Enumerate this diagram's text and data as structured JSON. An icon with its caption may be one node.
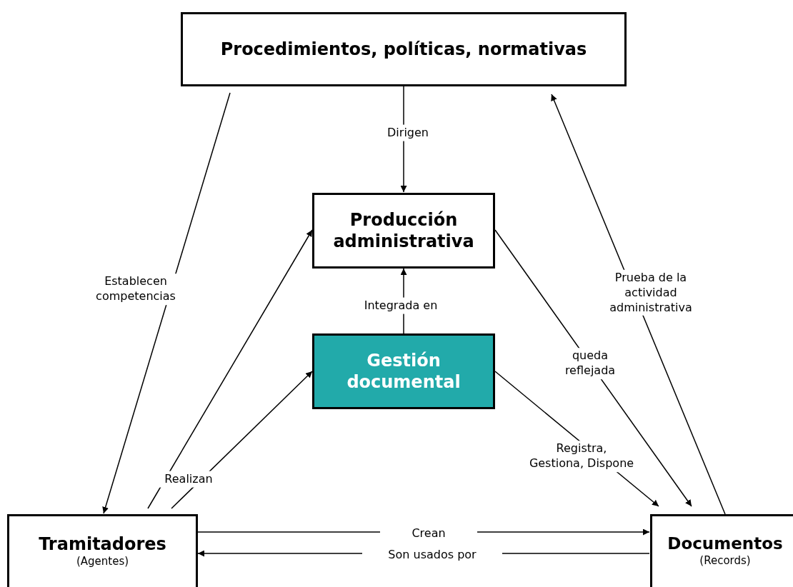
{
  "diagram": {
    "nodes": [
      {
        "text": [
          "Procedimientos, políticas, normativas"
        ]
      },
      {
        "text": [
          "Producción administrativa"
        ]
      },
      {
        "text": [
          "Gestión documental"
        ]
      },
      {
        "text": [
          "Tramitadores",
          "(Agentes)"
        ]
      },
      {
        "text": [
          "Documentos",
          "(Records)"
        ]
      }
    ],
    "edges": [
      {
        "from": 0,
        "to": 1,
        "arrow": "to",
        "label": "Dirigen"
      },
      {
        "from": 0,
        "to": 3,
        "arrow": "to",
        "label": "Establecen competencias"
      },
      {
        "from": 3,
        "to": 1,
        "arrow": "to",
        "label": "Realizan"
      },
      {
        "from": 3,
        "to": 2,
        "arrow": "to"
      },
      {
        "from": 2,
        "to": 1,
        "arrow": "to",
        "label": "Integrada en"
      },
      {
        "from": 1,
        "to": 4,
        "arrow": "to",
        "label": "queda reflejada"
      },
      {
        "from": 2,
        "to": 4,
        "arrow": "to",
        "label": "Registra, Gestiona, Dispone"
      },
      {
        "from": 4,
        "to": 0,
        "arrow": "to",
        "label": "Prueba de la actividad administrativa"
      },
      {
        "from": 3,
        "to": 4,
        "arrow": "to",
        "label": "Crean"
      },
      {
        "from": 4,
        "to": 3,
        "arrow": "to",
        "label": "Son usados por"
      }
    ]
  }
}
